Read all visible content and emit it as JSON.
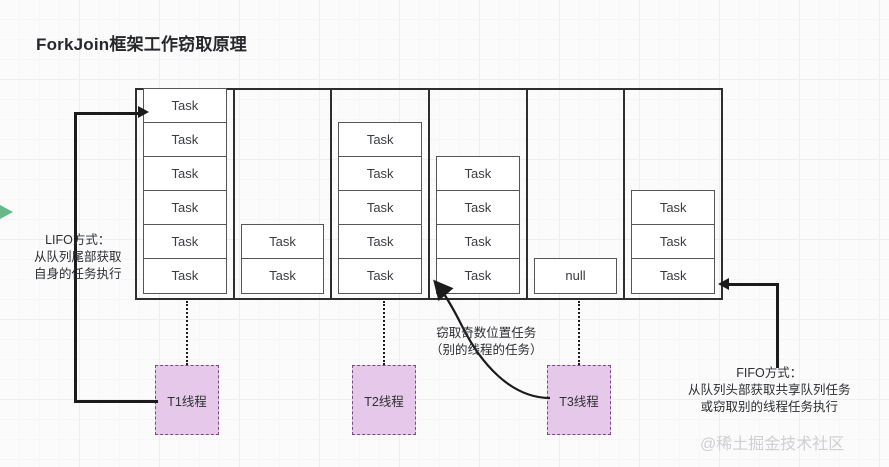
{
  "title": "ForkJoin框架工作窃取原理",
  "watermark": "@稀土掘金技术社区",
  "colors": {
    "thread_box_fill": "#e6c9ea",
    "thread_box_border": "#7a4a86",
    "line": "#1b1b1b",
    "cell_border": "#555555",
    "container_border": "#2e2e2e",
    "green_marker": "#67b98a",
    "canvas_bg": "#fbfbfc",
    "grid_minor": "#f5f6f7",
    "grid_major": "#eceef0"
  },
  "task_label": "Task",
  "null_label": "null",
  "queues": [
    {
      "id": "queue-1",
      "cells": [
        "Task",
        "Task",
        "Task",
        "Task",
        "Task",
        "Task"
      ]
    },
    {
      "id": "queue-2",
      "cells": [
        "Task",
        "Task"
      ]
    },
    {
      "id": "queue-3",
      "cells": [
        "Task",
        "Task",
        "Task",
        "Task",
        "Task"
      ]
    },
    {
      "id": "queue-4",
      "cells": [
        "Task",
        "Task",
        "Task",
        "Task"
      ]
    },
    {
      "id": "queue-5",
      "cells": [
        "null"
      ]
    },
    {
      "id": "queue-6",
      "cells": [
        "Task",
        "Task",
        "Task"
      ]
    }
  ],
  "threads": [
    {
      "id": "t1",
      "label": "T1线程"
    },
    {
      "id": "t2",
      "label": "T2线程"
    },
    {
      "id": "t3",
      "label": "T3线程"
    }
  ],
  "annotations": {
    "lifo": {
      "line1": "LIFO方式：",
      "line2": "从队列尾部获取",
      "line3": "自身的任务执行"
    },
    "steal": {
      "line1": "窃取奇数位置任务",
      "line2": "（别的线程的任务）"
    },
    "fifo": {
      "line1": "FIFO方式：",
      "line2": "从队列头部获取共享队列任务",
      "line3": "或窃取别的线程任务执行"
    }
  }
}
